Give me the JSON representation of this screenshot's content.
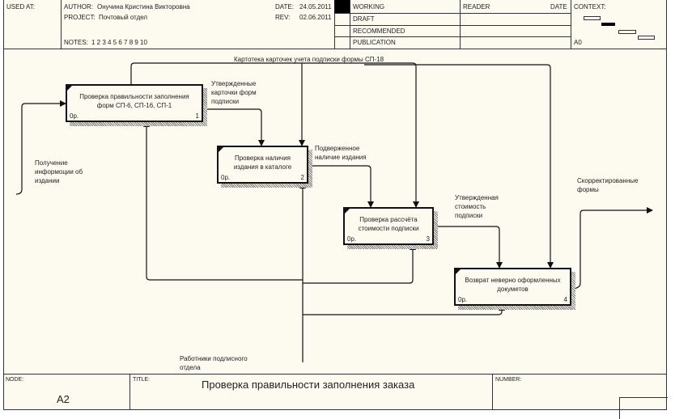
{
  "header": {
    "used_at": "USED AT:",
    "author_label": "AUTHOR:",
    "author": "Онучина Кристина Викторовна",
    "project_label": "PROJECT:",
    "project": "Почтовый отдел",
    "notes_label": "NOTES:",
    "notes": "1  2  3  4  5  6  7  8  9  10",
    "date_label": "DATE:",
    "date": "24.05.2011",
    "rev_label": "REV:",
    "rev": "02.06.2011",
    "status": [
      "WORKING",
      "DRAFT",
      "RECOMMENDED",
      "PUBLICATION"
    ],
    "reader": "READER",
    "reader_date": "DATE",
    "context": "CONTEXT:",
    "context_node": "A0"
  },
  "boxes": [
    {
      "name": "Проверка правильности заполнения форм СП-6, СП-16, СП-1",
      "cost": "0р.",
      "num": "1"
    },
    {
      "name": "Проверка наличия издания в каталоге",
      "cost": "0р.",
      "num": "2"
    },
    {
      "name": "Проверка рассчёта стоимости подписки",
      "cost": "0р.",
      "num": "3"
    },
    {
      "name": "Возврат неверно оформленных докуметов",
      "cost": "0р.",
      "num": "4"
    }
  ],
  "arrows": {
    "control": "Картотека карточек учета подписки формы СП-18",
    "input": "Получение информоции об издании",
    "out1": "Утвержденные карточки форм подписки",
    "out2": "Подверженное наличие издания",
    "out3": "Утвержденная стоимость подписки",
    "out4": "Скорректированные формы",
    "mechanism": "Работники подлисного отдела"
  },
  "footer": {
    "node_label": "NODE:",
    "node": "A2",
    "title_label": "TITLE:",
    "title": "Проверка правильности заполнения заказа",
    "number_label": "NUMBER:"
  }
}
